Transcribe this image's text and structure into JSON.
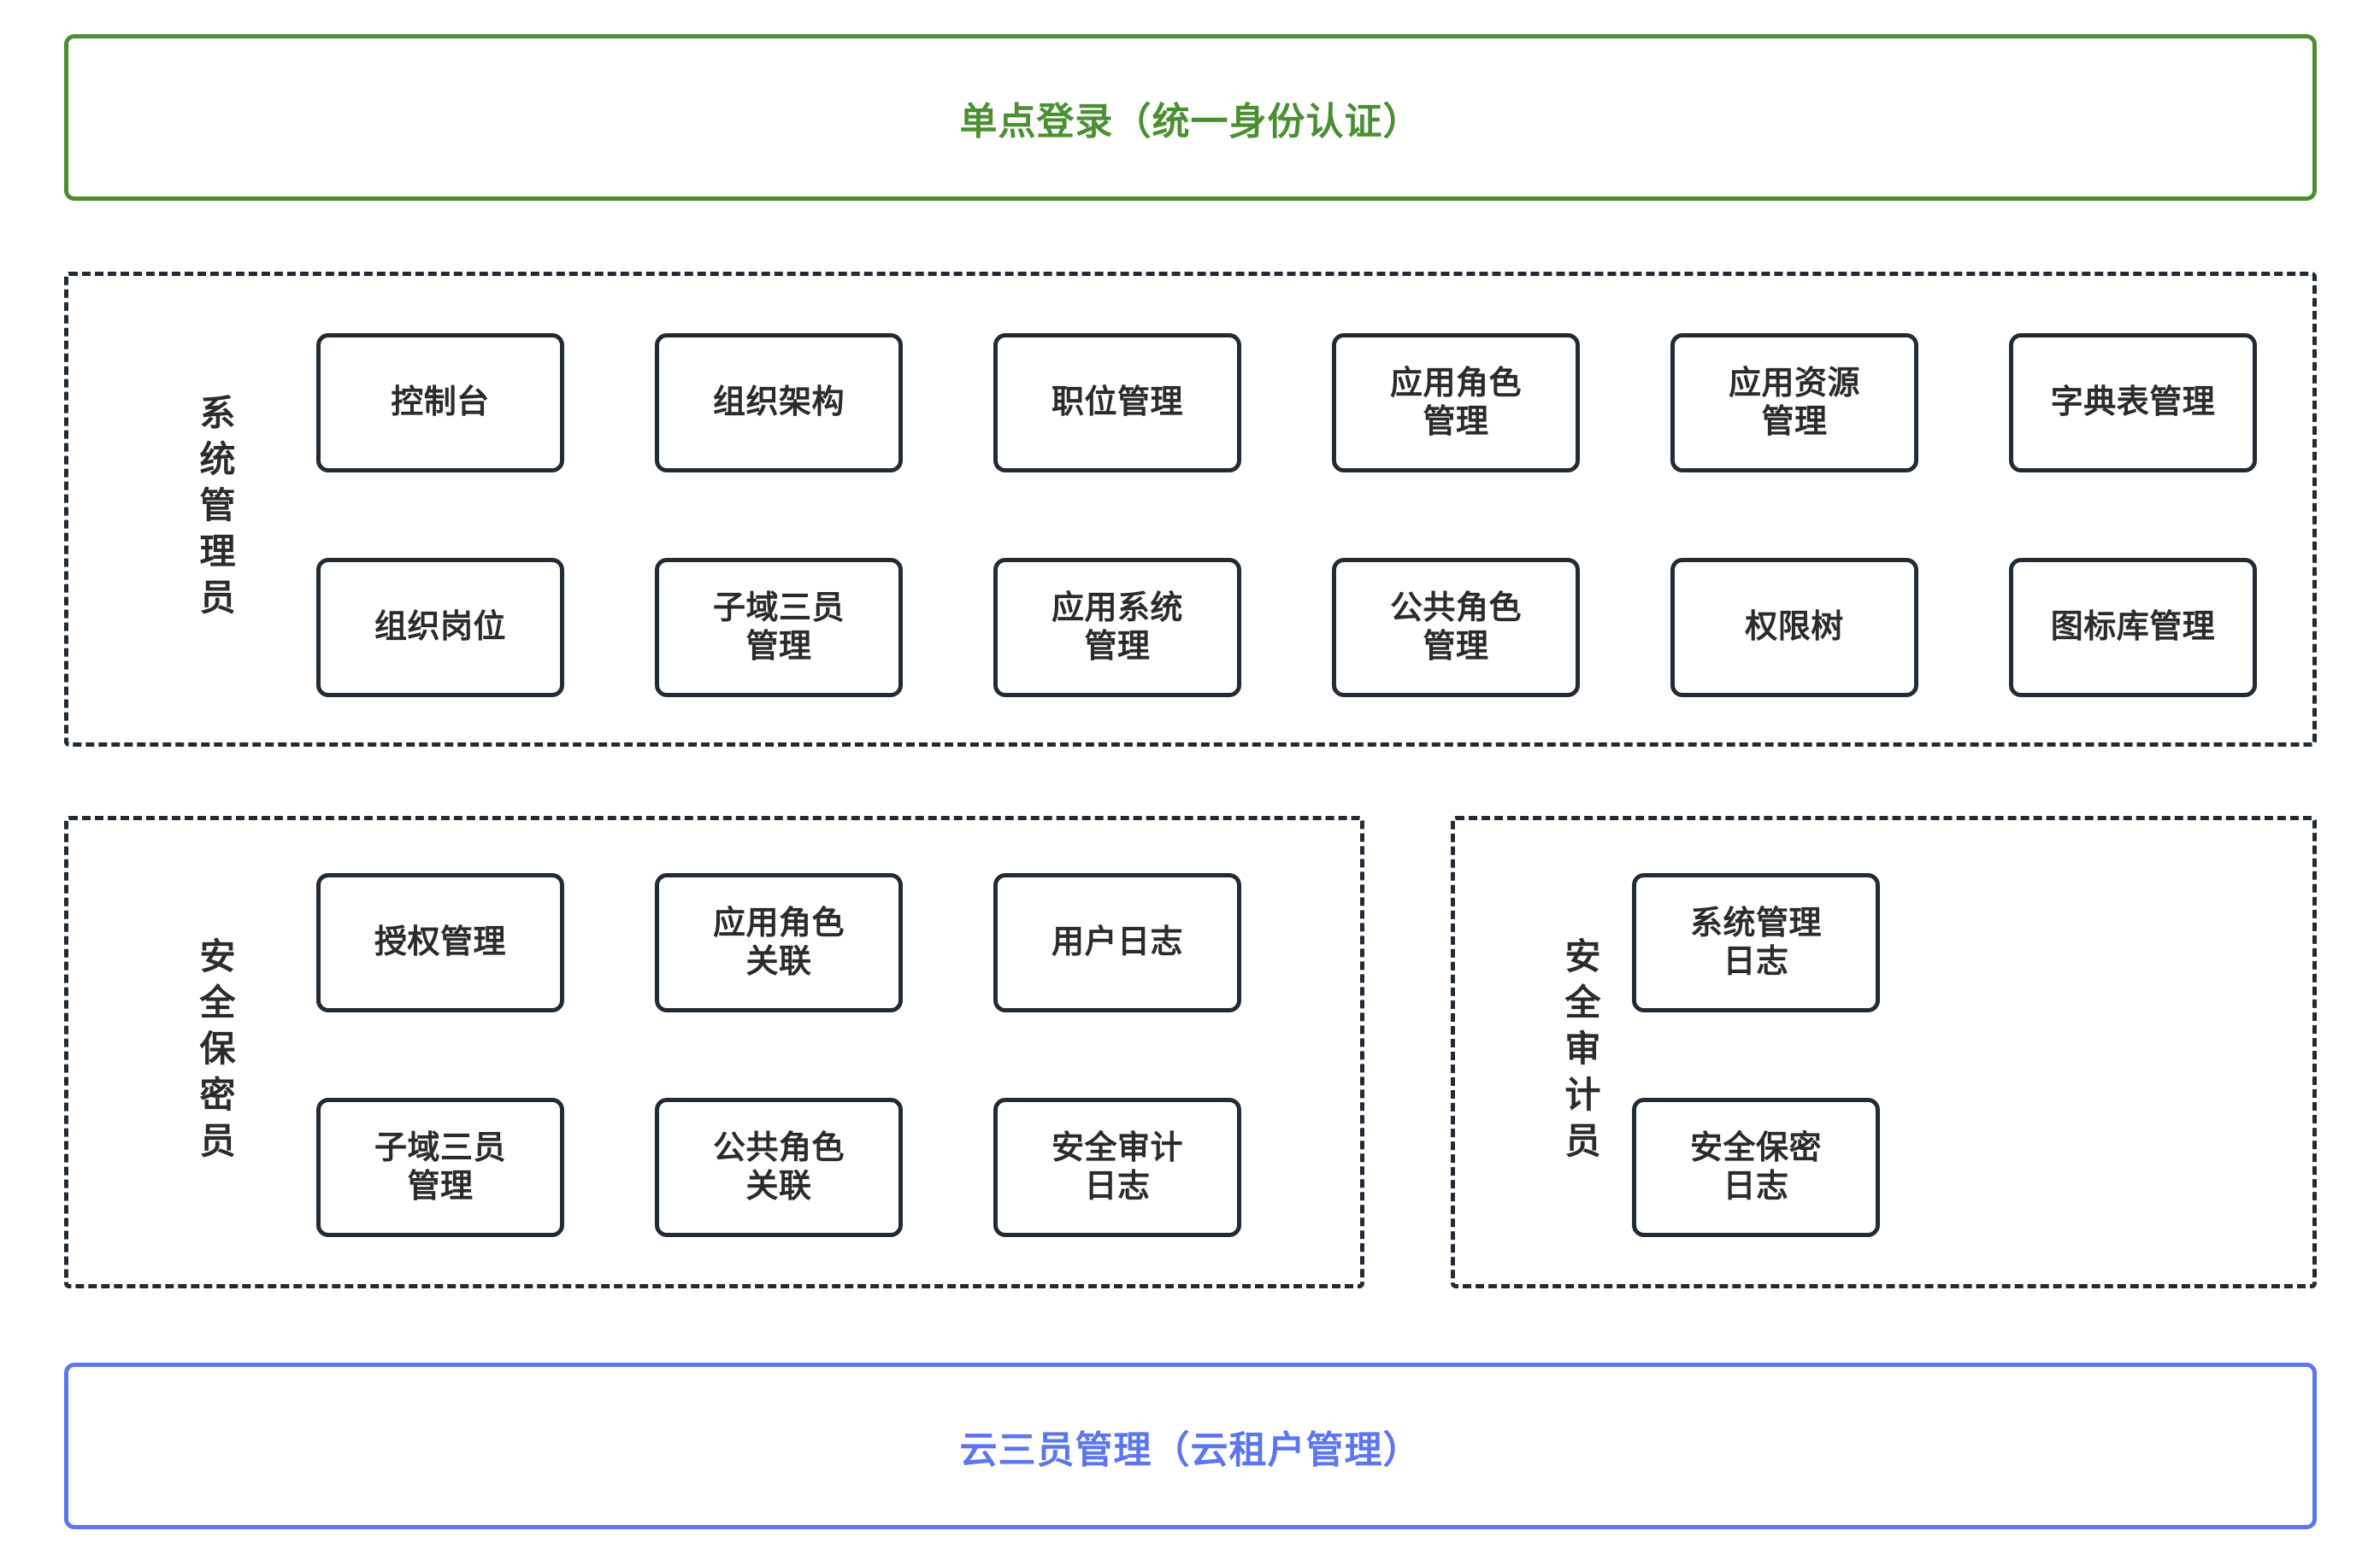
{
  "banners": {
    "top": {
      "label": "单点登录（统一身份认证）",
      "color": "#4a9031"
    },
    "bottom": {
      "label": "云三员管理（云租户管理）",
      "color": "#5c76f0"
    }
  },
  "groups": [
    {
      "id": "sysadmin",
      "role_label": "系统管理员",
      "cards": [
        {
          "label": "控制台"
        },
        {
          "label": "组织架构"
        },
        {
          "label": "职位管理"
        },
        {
          "label": "应用角色\n管理"
        },
        {
          "label": "应用资源\n管理"
        },
        {
          "label": "字典表管理"
        },
        {
          "label": "组织岗位"
        },
        {
          "label": "子域三员\n管理"
        },
        {
          "label": "应用系统\n管理"
        },
        {
          "label": "公共角色\n管理"
        },
        {
          "label": "权限树"
        },
        {
          "label": "图标库管理"
        }
      ]
    },
    {
      "id": "secadmin",
      "role_label": "安全保密员",
      "cards": [
        {
          "label": "授权管理"
        },
        {
          "label": "应用角色\n关联"
        },
        {
          "label": "用户日志"
        },
        {
          "label": "子域三员\n管理"
        },
        {
          "label": "公共角色\n关联"
        },
        {
          "label": "安全审计\n日志"
        }
      ]
    },
    {
      "id": "auditor",
      "role_label": "安全审计员",
      "cards": [
        {
          "label": "系统管理\n日志"
        },
        {
          "label": "安全保密\n日志"
        }
      ]
    }
  ],
  "style": {
    "card_border": "#222b33",
    "group_border": "#222b33",
    "text_color": "#2b2b2b"
  }
}
